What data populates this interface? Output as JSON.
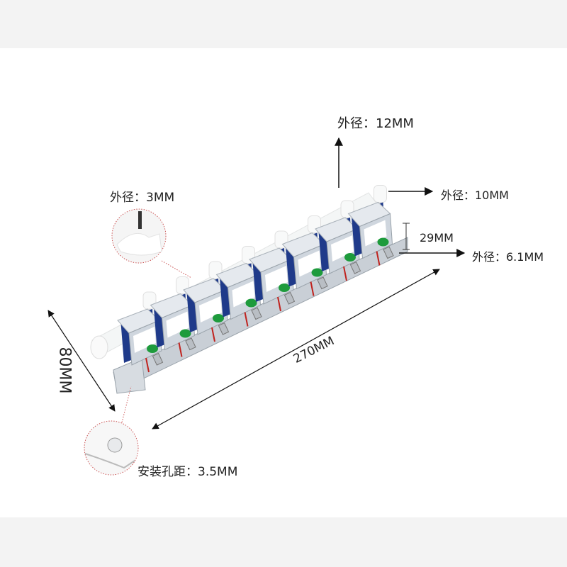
{
  "annotations": {
    "outlet_top": "外径：12MM",
    "outlet_side": "外径：10MM",
    "height": "29MM",
    "fitting": "外径：6.1MM",
    "small_port": "外径：3MM",
    "length": "270MM",
    "width": "80MM",
    "mount_hole": "安装孔距：3.5MM"
  },
  "product": {
    "valve_count": 8,
    "colors": {
      "coil": "#1f3a8a",
      "frame": "#cfd6de",
      "label_badge": "#1e9b3c",
      "pipe": "#f4f6f6",
      "wire_red": "#c0231f"
    }
  }
}
